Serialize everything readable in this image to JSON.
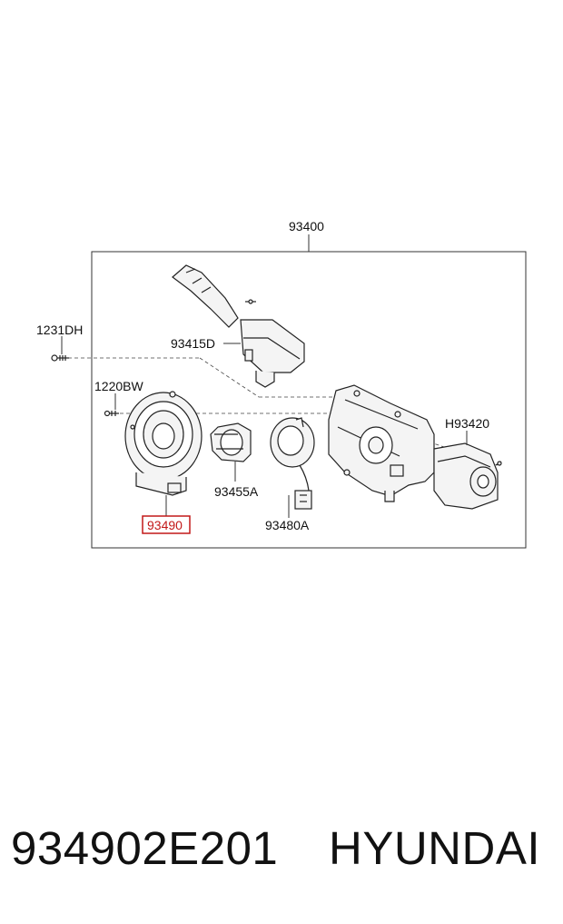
{
  "diagram": {
    "labels": {
      "assembly": "93400",
      "bolt_top": "1231DH",
      "bolt_mid": "1220BW",
      "switch": "93415D",
      "clock_spring": "93490",
      "ring": "93455A",
      "sensor": "93480A",
      "wiper_switch": "H93420"
    },
    "highlight_color": "#c21818"
  },
  "footer": {
    "part_number": "934902E201",
    "brand": "HYUNDAI"
  }
}
